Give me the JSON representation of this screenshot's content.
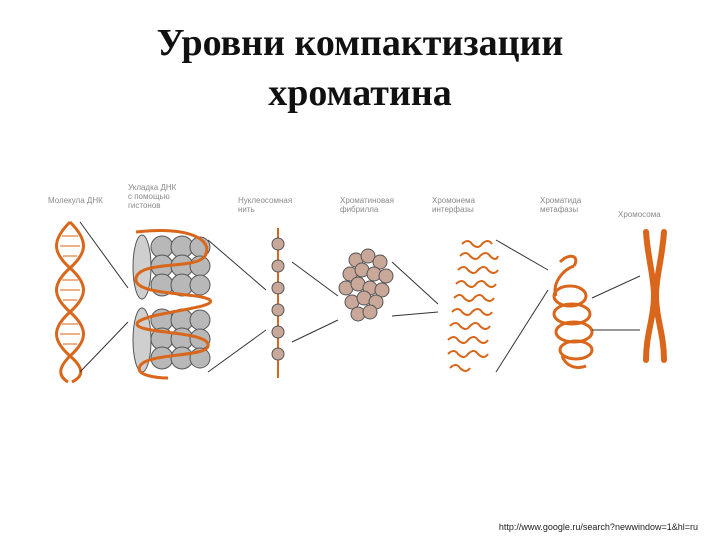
{
  "slide": {
    "title_line1": "Уровни компактизации",
    "title_line2": "хроматина",
    "footer_url": "http://www.google.ru/search?newwindow=1&hl=ru"
  },
  "stages": [
    {
      "label": "Молекула ДНК"
    },
    {
      "label": "Укладка ДНК\nс помощью\nгистонов"
    },
    {
      "label": "Нуклеосомная\nнить"
    },
    {
      "label": "Хроматиновая\nфибрилла"
    },
    {
      "label": "Хромонема\nинтерфазы"
    },
    {
      "label": "Хроматида\nметафазы"
    },
    {
      "label": "Хромосома"
    }
  ],
  "colors": {
    "dna_orange": "#d9661a",
    "histone_gray": "#b8b8b8",
    "histone_dark": "#8c8c8c",
    "bead_fill": "#c9a89a",
    "line_color": "#333333",
    "label_gray": "#8a8a8a"
  }
}
